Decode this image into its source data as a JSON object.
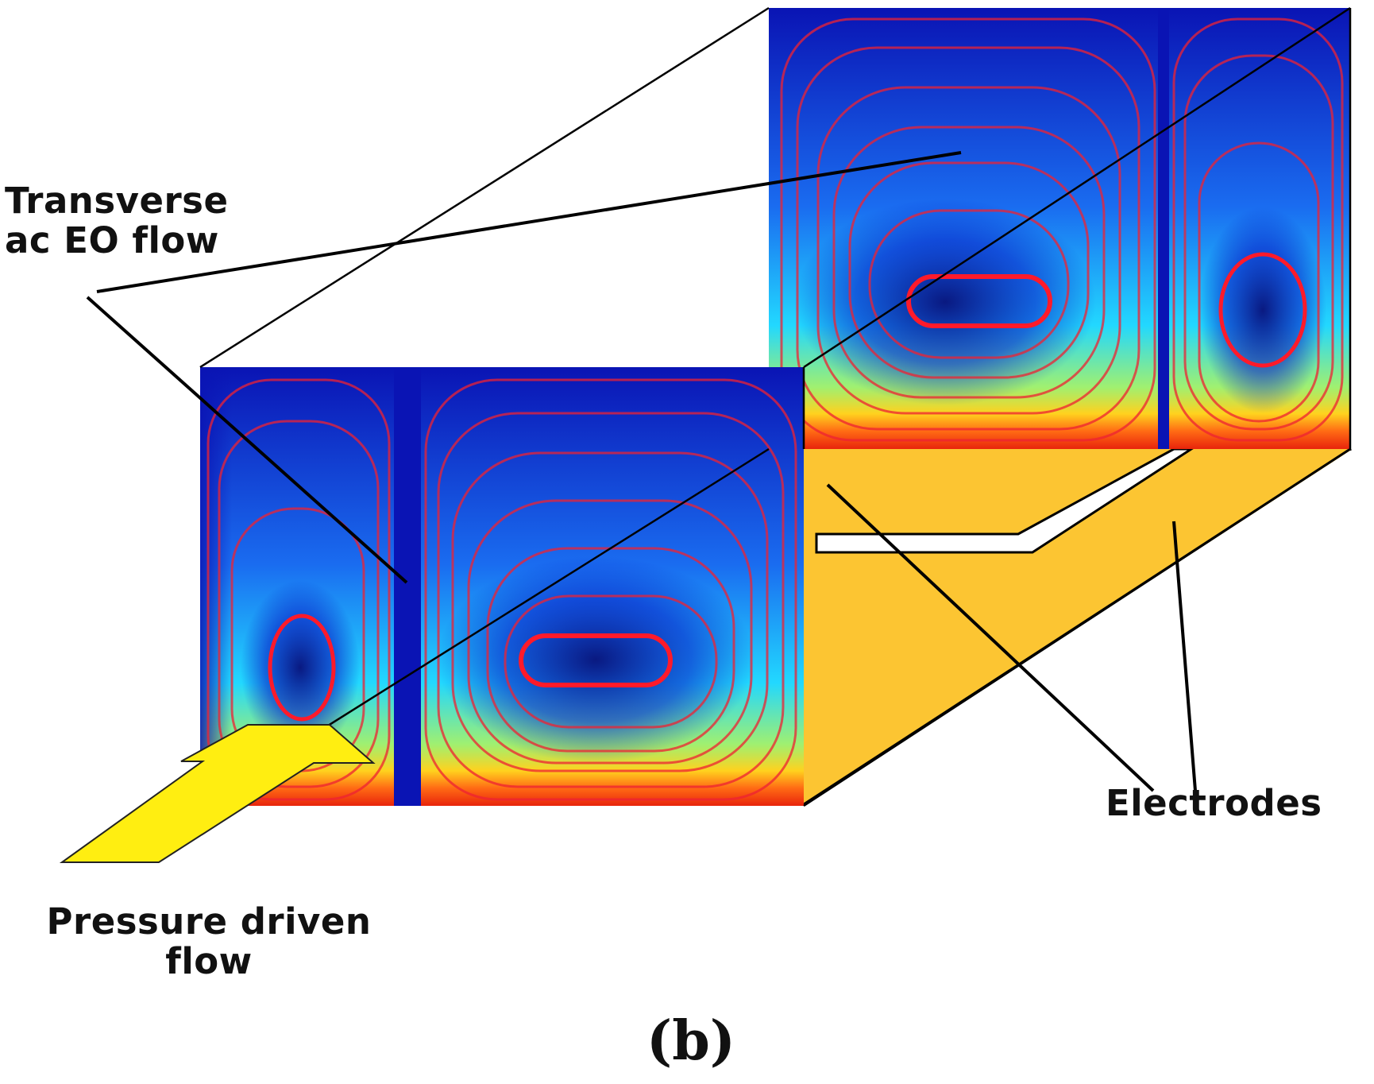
{
  "diagram": {
    "labels": {
      "transverse_line1": "Transverse",
      "transverse_line2": "ac EO flow",
      "pressure_line1": "Pressure driven",
      "pressure_line2": "flow",
      "electrodes": "Electrodes",
      "panel": "(b)"
    },
    "colors": {
      "electrode": "#fcc532",
      "pressure_arrow": "#ffee11",
      "streamline": "#ee2233",
      "field_low": "#0a14b4",
      "field_mid": "#22d8ff",
      "field_high": "#e8240c",
      "line": "#000000"
    },
    "colormap": [
      "dark blue (low)",
      "cyan",
      "yellow",
      "red (high)"
    ]
  }
}
